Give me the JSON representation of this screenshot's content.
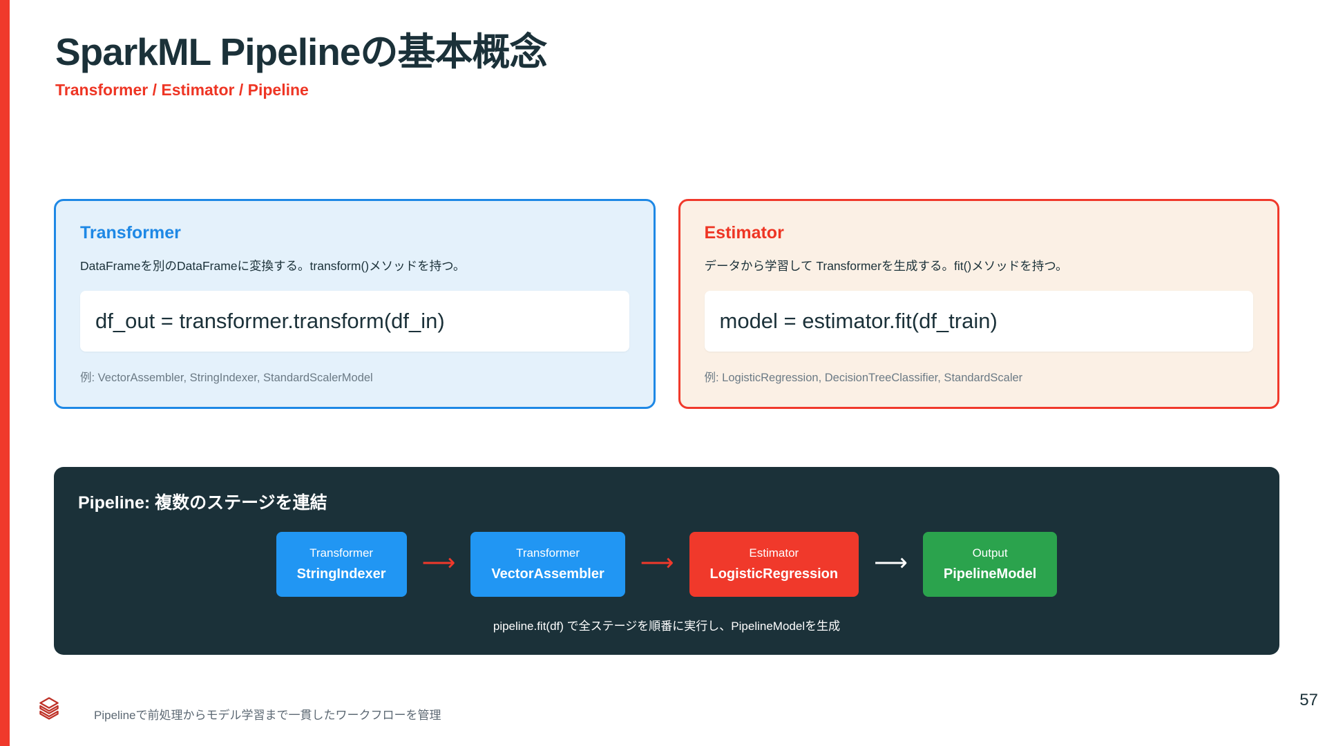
{
  "header": {
    "title": "SparkML Pipelineの基本概念",
    "subtitle": "Transformer / Estimator / Pipeline"
  },
  "cards": {
    "transformer": {
      "title": "Transformer",
      "description": "DataFrameを別のDataFrameに変換する。transform()メソッドを持つ。",
      "code": "df_out = transformer.transform(df_in)",
      "examples": "例: VectorAssembler, StringIndexer, StandardScalerModel"
    },
    "estimator": {
      "title": "Estimator",
      "description": "データから学習して Transformerを生成する。fit()メソッドを持つ。",
      "code": "model = estimator.fit(df_train)",
      "examples": "例: LogisticRegression, DecisionTreeClassifier, StandardScaler"
    }
  },
  "pipeline": {
    "title": "Pipeline: 複数のステージを連結",
    "arrow_glyph": "⟶",
    "stages": [
      {
        "type": "Transformer",
        "name": "StringIndexer",
        "color": "#2196F3"
      },
      {
        "type": "Transformer",
        "name": "VectorAssembler",
        "color": "#2196F3"
      },
      {
        "type": "Estimator",
        "name": "LogisticRegression",
        "color": "#F0392B"
      },
      {
        "type": "Output",
        "name": "PipelineModel",
        "color": "#2BA34D"
      }
    ],
    "arrows": [
      {
        "color": "#F0392B"
      },
      {
        "color": "#F0392B"
      },
      {
        "color": "#FFFFFF"
      }
    ],
    "caption": "pipeline.fit(df) で全ステージを順番に実行し、PipelineModelを生成"
  },
  "footer": {
    "note": "Pipelineで前処理からモデル学習まで一貫したワークフローを管理",
    "page_number": "57"
  },
  "colors": {
    "accent_red": "#F0392B",
    "navy": "#1B3139",
    "blue": "#2196F3",
    "blue_dark": "#1E88E5",
    "green": "#2BA34D",
    "light_blue_bg": "#E4F1FB",
    "cream_bg": "#FBF0E5",
    "logo_red": "#BE3127"
  }
}
